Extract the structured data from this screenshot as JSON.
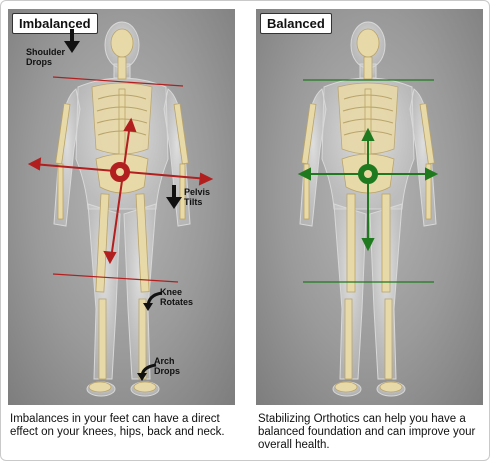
{
  "panels": {
    "left": {
      "title": "Imbalanced",
      "labels": {
        "shoulder": "Shoulder\nDrops",
        "pelvis": "Pelvis\nTilts",
        "knee": "Knee\nRotates",
        "arch": "Arch\nDrops"
      },
      "caption": "Imbalances in your feet can have a direct effect on your knees, hips, back and neck.",
      "line_color": "#b21f1f"
    },
    "right": {
      "title": "Balanced",
      "caption": "Stabilizing Orthotics can help you have a balanced foundation and can improve your overall health.",
      "line_color": "#1f7a1f"
    }
  },
  "icons": [
    "skeleton-figure",
    "down-arrow-icon",
    "crosshair-target-icon"
  ]
}
